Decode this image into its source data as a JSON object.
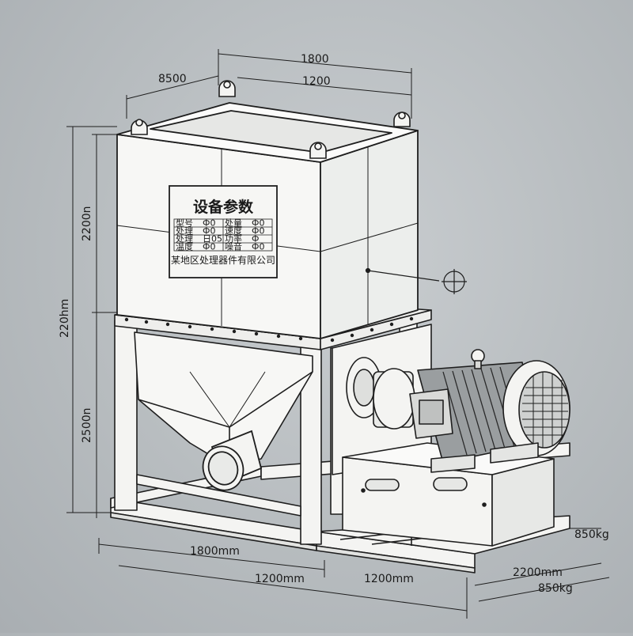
{
  "dimensions": {
    "top_width": "1800",
    "top_inner": "1200",
    "top_depth": "8500",
    "hopper_height": "2200n",
    "total_height": "220hm",
    "frame_height": "2500n",
    "base_width": "1800mm",
    "base_left": "1200mm",
    "base_right": "1200mm",
    "base_depth": "2200mm",
    "weight_right": "850kg",
    "weight_bottom": "850kg"
  },
  "nameplate": {
    "title": "设备参数",
    "rows": [
      {
        "left_label": "型号",
        "left_value": "Ф0",
        "right_label": "处量",
        "right_value": "Ф0"
      },
      {
        "left_label": "处理",
        "left_value": "Ф0",
        "right_label": "速度",
        "right_value": "Ф0"
      },
      {
        "left_label": "处理",
        "left_value": "日05",
        "right_label": "功率",
        "right_value": "Ф"
      },
      {
        "left_label": "温度",
        "left_value": "Ф0",
        "right_label": "噪音",
        "right_value": "Ф0"
      }
    ],
    "footer": "某地区处理器件有限公司"
  },
  "colors": {
    "background": "#b7bcbf",
    "machine_fill": "#f4f4f2",
    "line": "#1e1e1e",
    "motor_dark": "#8a8e90"
  }
}
